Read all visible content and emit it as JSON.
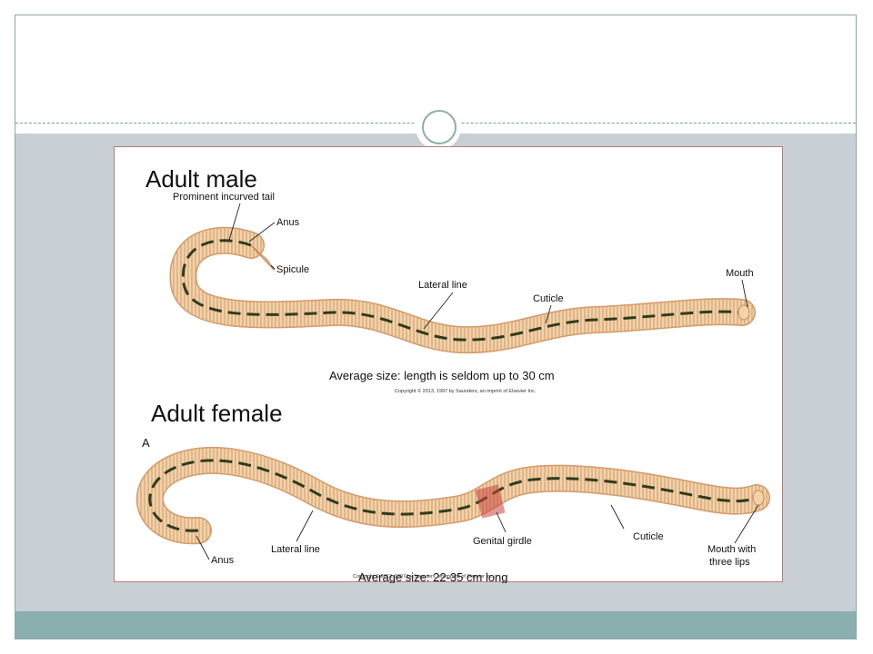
{
  "male": {
    "title": "Adult male",
    "labels": {
      "tail": "Prominent incurved tail",
      "anus": "Anus",
      "spicule": "Spicule",
      "lateral_line": "Lateral line",
      "cuticle": "Cuticle",
      "mouth": "Mouth"
    },
    "size": "Average size: length is seldom up to 30 cm",
    "copyright": "Copyright © 2013, 1997 by Saunders, an imprint of Elsevier Inc."
  },
  "female": {
    "title": "Adult female",
    "panel_letter": "A",
    "labels": {
      "anus": "Anus",
      "lateral_line": "Lateral line",
      "genital_girdle": "Genital girdle",
      "cuticle": "Cuticle",
      "mouth_line1": "Mouth with",
      "mouth_line2": "three lips"
    },
    "size": "Average size: 22-35 cm long",
    "copyright": "Copyright © 2013, 1997 by Saunders, an imprint of Elsevier Inc."
  },
  "colors": {
    "content_band": "#c8d0d5",
    "footer_band": "#8aafae",
    "worm_body": "#f2d2a8",
    "worm_outline": "#d49a6a",
    "lateral_line": "#2f3d1e",
    "girdle": "#c9443f"
  }
}
